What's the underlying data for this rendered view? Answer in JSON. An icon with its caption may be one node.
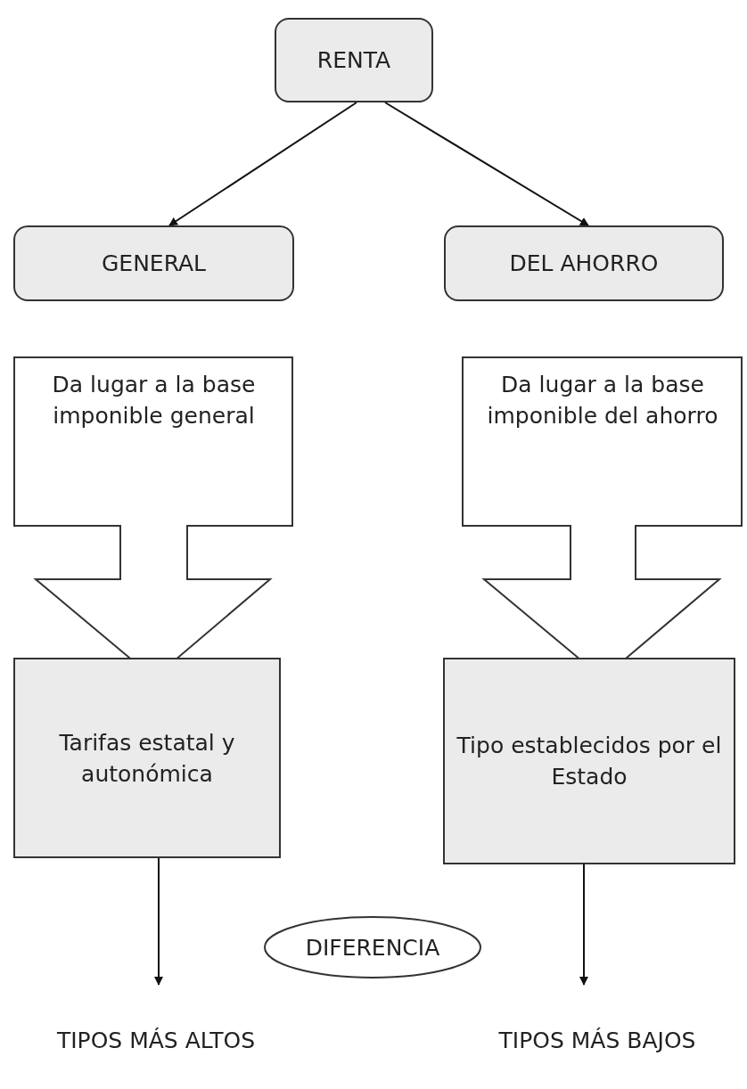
{
  "diagram": {
    "nodes": [
      {
        "text": [
          "RENTA"
        ]
      },
      {
        "text": [
          "GENERAL"
        ]
      },
      {
        "text": [
          "DEL AHORRO"
        ]
      },
      {
        "text": [
          "Da lugar a la base imponible general"
        ]
      },
      {
        "text": [
          "Da lugar a la base imponible del ahorro"
        ]
      },
      {
        "text": [
          "Tarifas estatal y autonómica"
        ]
      },
      {
        "text": [
          "Tipo establecidos por el Estado"
        ]
      },
      {
        "text": [
          "DIFERENCIA"
        ]
      },
      {
        "text": [
          "TIPOS MÁS ALTOS"
        ]
      },
      {
        "text": [
          "TIPOS MÁS BAJOS"
        ]
      }
    ],
    "edges": [
      {
        "from": 0,
        "to": 1,
        "arrow": "to"
      },
      {
        "from": 0,
        "to": 2,
        "arrow": "to"
      },
      {
        "from": 5,
        "to": 8,
        "arrow": "to"
      },
      {
        "from": 6,
        "to": 9,
        "arrow": "to"
      }
    ]
  }
}
